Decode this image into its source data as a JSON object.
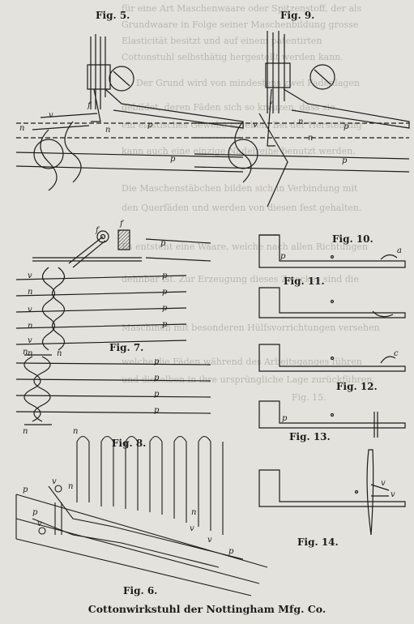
{
  "background_text": [
    "für eine Art Maschenwaare oder Spitzenstoff, der als",
    "Grundwaare in Folge seiner Maschenbildung grosse",
    "Elasticität besitzt und auf einem patentirten",
    "Cottonstuhl selbsthätig hergestellt werden kann.",
    "Der Grund wird von mindestens zwei Fadenlagen",
    "gebildet, deren Fäden sich so kreuzen, dass sie",
    "ein elastisches Gewebe ergeben. Bei der Herstellung",
    "kann auch eine einzige Nadelreihe benutzt werden.",
    "Die Maschenstäbchen bilden sich in Verbindung mit",
    "den Querfäden und werden von diesen fest gehalten.",
    "Es entsteht eine Waare, welche nach allen Richtungen",
    "dehnbar ist. Zur Erzeugung dieses Zweckes sind die",
    "Maschinen mit besonderen Hülfsvorrichtungen versehen",
    "welche die Fäden während des Arbeitsganges führen",
    "und dieselben in ihre ursprüngliche Lage zurückführen."
  ],
  "page_fig_ref": "Fig. 15.",
  "figures": [
    {
      "id": "fig5",
      "label": "Fig. 5.",
      "labels": [
        "f",
        "v",
        "n",
        "n",
        "p",
        "p"
      ]
    },
    {
      "id": "fig9",
      "label": "Fig. 9.",
      "labels": [
        "f",
        "v",
        "n",
        "n",
        "p",
        "p"
      ]
    },
    {
      "id": "fig7",
      "label": "Fig. 7.",
      "labels": [
        "f",
        "f",
        "v",
        "n",
        "v",
        "n",
        "v",
        "n",
        "p",
        "p",
        "p",
        "p",
        "p"
      ]
    },
    {
      "id": "fig8",
      "label": "Fig. 8.",
      "labels": [
        "n",
        "n",
        "n",
        "n",
        "p",
        "p",
        "p",
        "p"
      ]
    },
    {
      "id": "fig6",
      "label": "Fig. 6.",
      "labels": [
        "p",
        "p",
        "v",
        "n",
        "v",
        "n",
        "v",
        "v",
        "p"
      ]
    },
    {
      "id": "fig10",
      "label": "Fig. 10.",
      "labels": [
        "p",
        "a"
      ]
    },
    {
      "id": "fig11",
      "label": "Fig. 11.",
      "labels": []
    },
    {
      "id": "fig12",
      "label": "Fig. 12.",
      "labels": [
        "c"
      ]
    },
    {
      "id": "fig13",
      "label": "Fig. 13.",
      "labels": [
        "p"
      ]
    },
    {
      "id": "fig14",
      "label": "Fig. 14.",
      "labels": [
        "v",
        "v"
      ]
    }
  ],
  "caption": "Cottonwirkstuhl der Nottingham Mfg. Co."
}
